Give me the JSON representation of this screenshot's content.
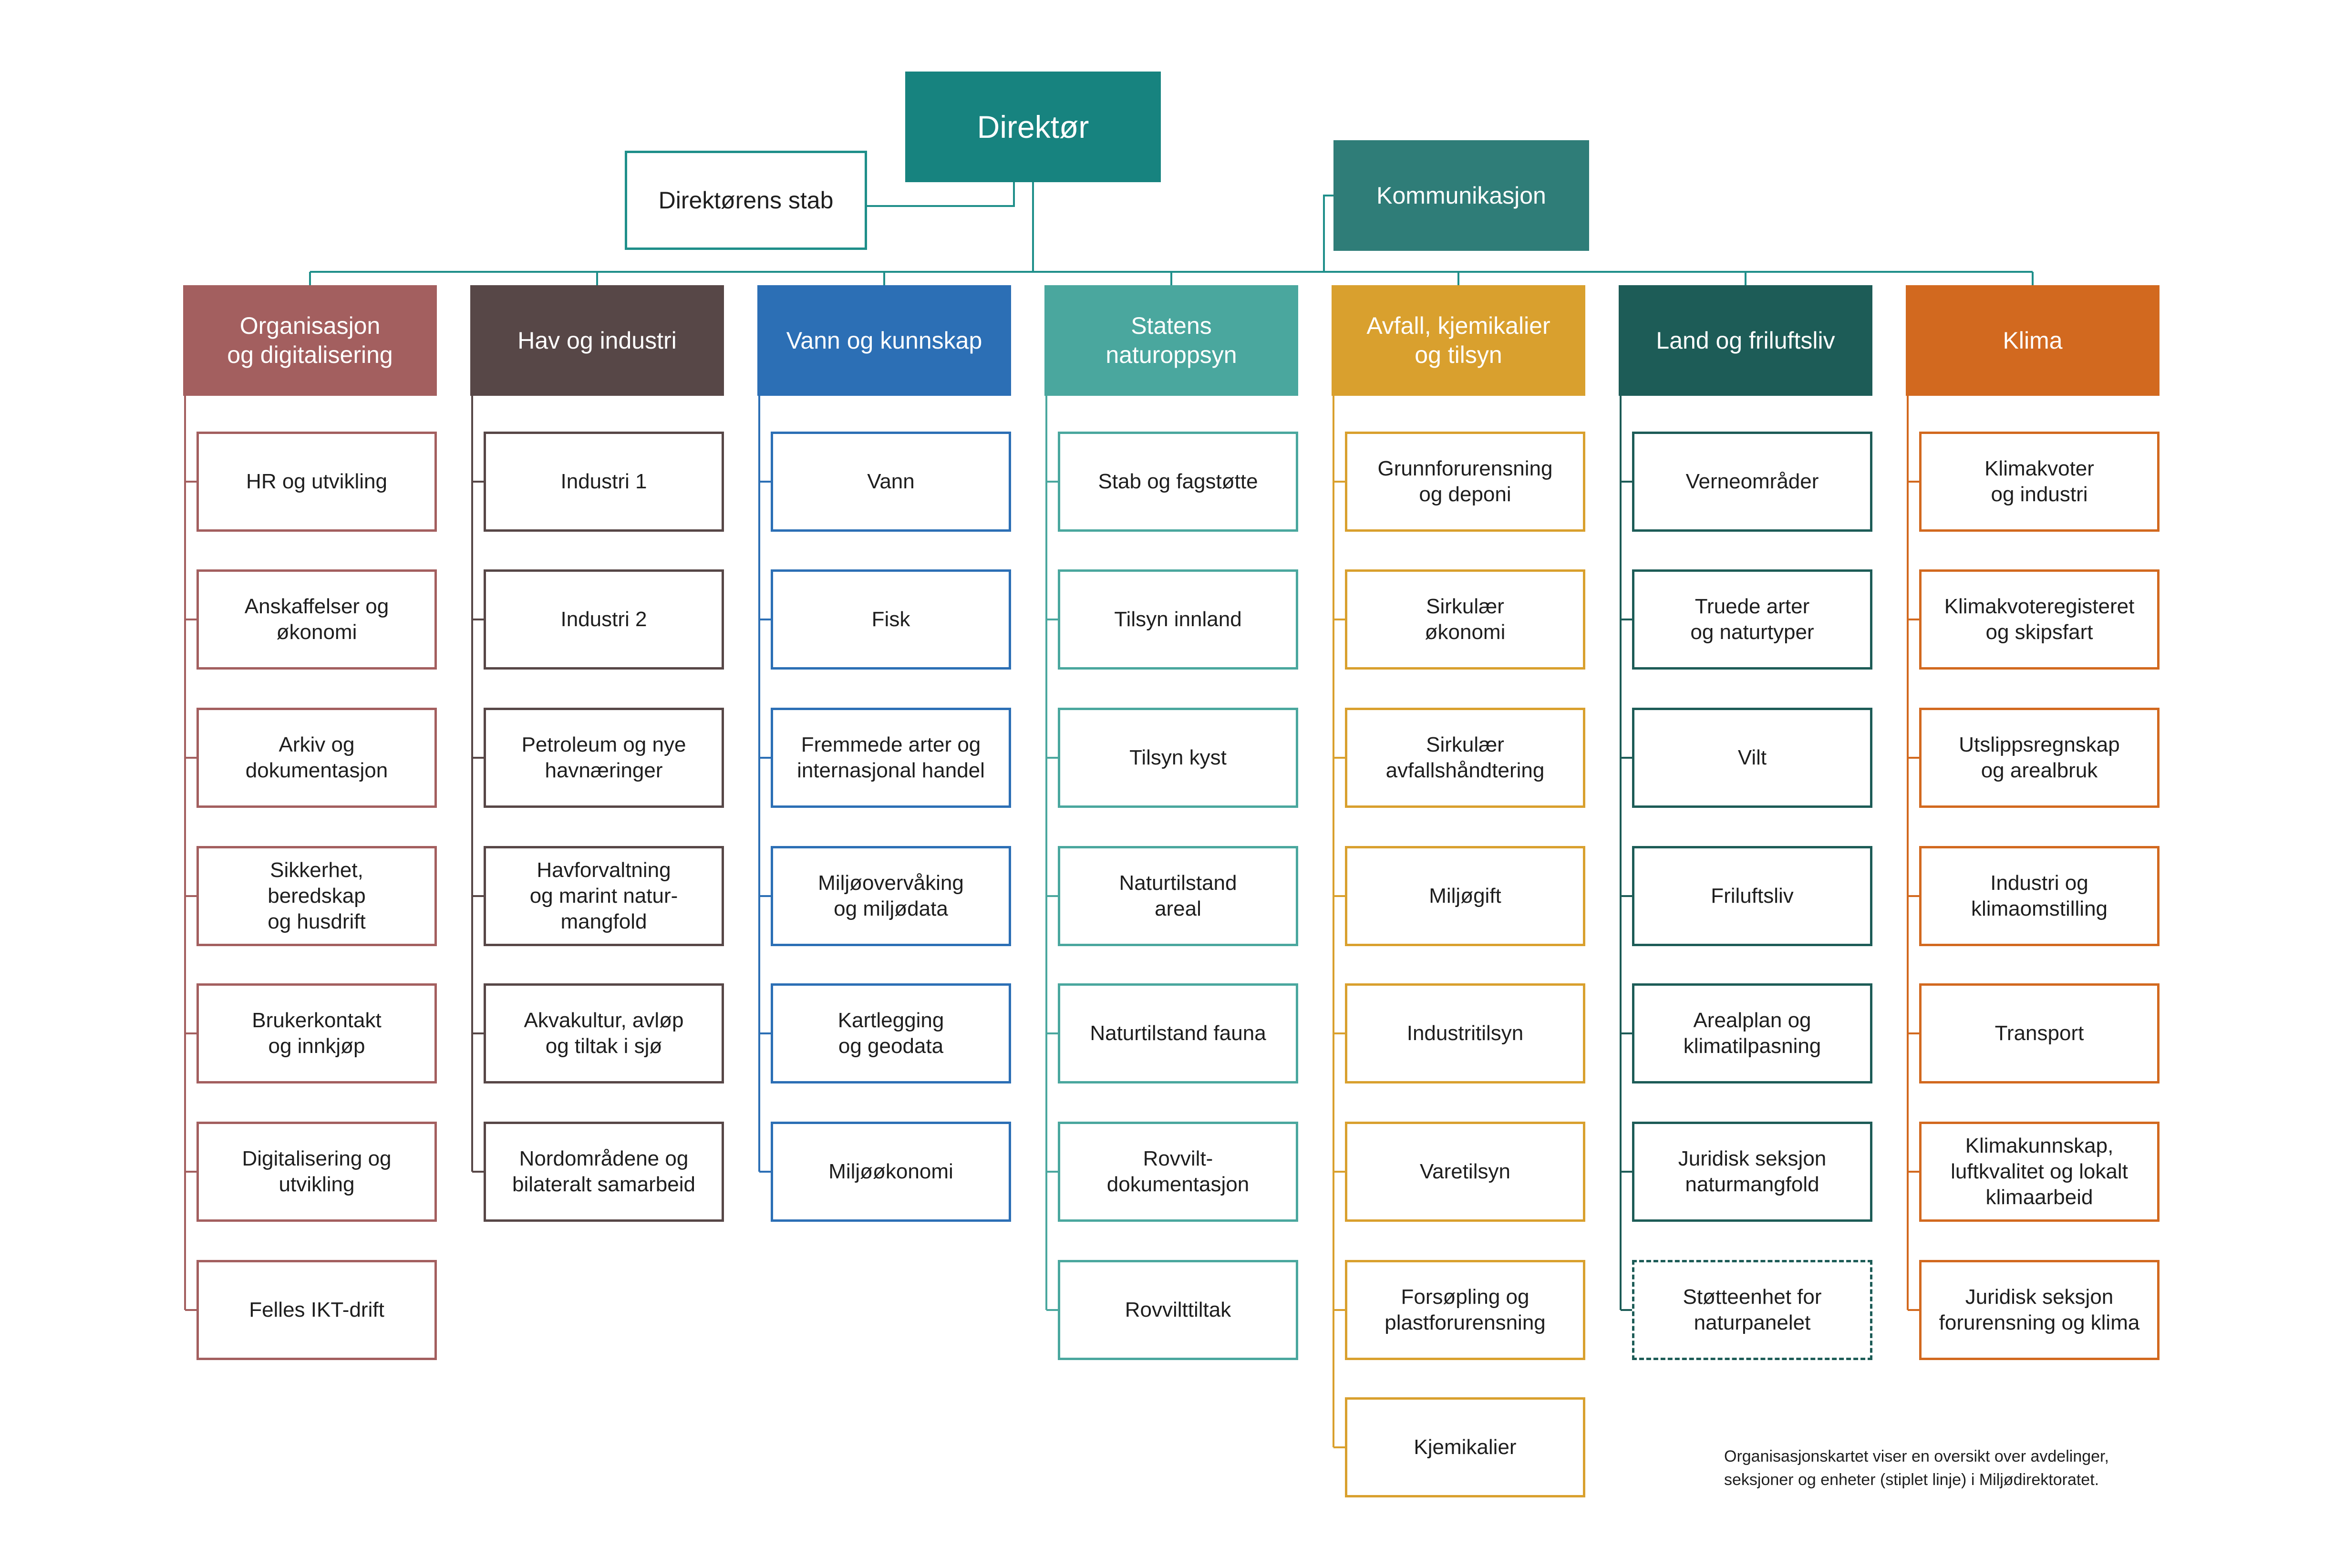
{
  "director": {
    "label": "Direktør",
    "color": "#17837f"
  },
  "director_staff": {
    "label": "Direktørens stab",
    "border_color": "#1f8f8a"
  },
  "communication": {
    "label": "Kommunikasjon",
    "color": "#2f7d78"
  },
  "connector_color": "#1f8f8a",
  "departments": [
    {
      "label": "Organisasjon\nog digitalisering",
      "color": "#a35f5f",
      "units": [
        {
          "label": "HR og utvikling"
        },
        {
          "label": "Anskaffelser og\nøkonomi"
        },
        {
          "label": "Arkiv og\ndokumentasjon"
        },
        {
          "label": "Sikkerhet,\nberedskap\nog husdrift"
        },
        {
          "label": "Brukerkontakt\nog innkjøp"
        },
        {
          "label": "Digitalisering og\nutvikling"
        },
        {
          "label": "Felles IKT-drift"
        }
      ]
    },
    {
      "label": "Hav og industri",
      "color": "#574747",
      "units": [
        {
          "label": "Industri 1"
        },
        {
          "label": "Industri 2"
        },
        {
          "label": "Petroleum og nye\nhavnæringer"
        },
        {
          "label": "Havforvaltning\nog marint natur-\nmangfold"
        },
        {
          "label": "Akvakultur, avløp\nog tiltak i sjø"
        },
        {
          "label": "Nordområdene og\nbilateralt samarbeid"
        }
      ]
    },
    {
      "label": "Vann og kunnskap",
      "color": "#2c6fb5",
      "units": [
        {
          "label": "Vann"
        },
        {
          "label": "Fisk"
        },
        {
          "label": "Fremmede arter og\ninternasjonal handel"
        },
        {
          "label": "Miljøovervåking\nog miljødata"
        },
        {
          "label": "Kartlegging\nog geodata"
        },
        {
          "label": "Miljøøkonomi"
        }
      ]
    },
    {
      "label": "Statens\nnaturoppsyn",
      "color": "#4aa79e",
      "units": [
        {
          "label": "Stab og fagstøtte"
        },
        {
          "label": "Tilsyn innland"
        },
        {
          "label": "Tilsyn kyst"
        },
        {
          "label": "Naturtilstand\nareal"
        },
        {
          "label": "Naturtilstand fauna"
        },
        {
          "label": "Rovvilt-\ndokumentasjon"
        },
        {
          "label": "Rovvilttiltak"
        }
      ]
    },
    {
      "label": "Avfall, kjemikalier\nog tilsyn",
      "color": "#d9a02e",
      "units": [
        {
          "label": "Grunnforurensning\nog deponi"
        },
        {
          "label": "Sirkulær\nøkonomi"
        },
        {
          "label": "Sirkulær\navfallshåndtering"
        },
        {
          "label": "Miljøgift"
        },
        {
          "label": "Industritilsyn"
        },
        {
          "label": "Varetilsyn"
        },
        {
          "label": "Forsøpling og\nplastforurensning"
        },
        {
          "label": "Kjemikalier"
        }
      ]
    },
    {
      "label": "Land og friluftsliv",
      "color": "#1d5c57",
      "units": [
        {
          "label": "Verneområder"
        },
        {
          "label": "Truede arter\nog naturtyper"
        },
        {
          "label": "Vilt"
        },
        {
          "label": "Friluftsliv"
        },
        {
          "label": "Arealplan og\nklimatilpasning"
        },
        {
          "label": "Juridisk seksjon\nnaturmangfold"
        },
        {
          "label": "Støtteenhet for\nnaturpanelet",
          "dashed": true
        }
      ]
    },
    {
      "label": "Klima",
      "color": "#d2691f",
      "units": [
        {
          "label": "Klimakvoter\nog industri"
        },
        {
          "label": "Klimakvoteregisteret\nog skipsfart"
        },
        {
          "label": "Utslippsregnskap\nog arealbruk"
        },
        {
          "label": "Industri og\nklimaomstilling"
        },
        {
          "label": "Transport"
        },
        {
          "label": "Klimakunnskap,\nluftkvalitet og lokalt\nklimaarbeid"
        },
        {
          "label": "Juridisk seksjon\nforurensning og klima"
        }
      ]
    }
  ],
  "footnote": "Organisasjonskartet viser en oversikt over avdelinger,\nseksjoner og enheter (stiplet linje) i Miljødirektoratet."
}
